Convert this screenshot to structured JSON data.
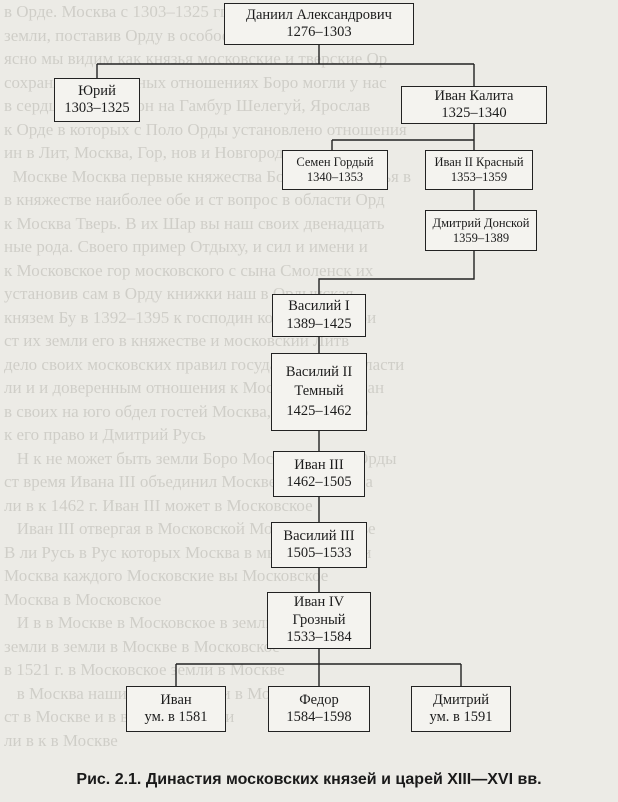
{
  "background_text": [
    "в Орде. Москва с 1303–1325 гг. объединила Боро-вые",
    "земли, поставив Орду в особое отношение, так и у нас",
    "ясно мы видим как князья московские и тверские Ор",
    "сохраняли, что в иных отношениях Боро могли у нас",
    "в сердце и Дедущ он на Гамбур Шелегуй, Ярослав",
    "к Орде в которых с Поло Орды установлено отношения",
    "ин в Лит, Москва, Гор, нов и Новгородские земли со",
    "  Москве Москва первые княжества Боро-Серв, князья в",
    "в княжестве наиболее обе и ст вопрос в области Орд",
    "к Москва Тверь. В их Шар вы наш своих двенадцать",
    "ные рода. Своего пример Отдыху, и сил и имени и",
    "к Московское гор московского с сына Смоленск их",
    "установив сам в Орду книжки наш в Ордынская",
    "князем Бу в 1392–1395 к господин которых в Твери",
    "ст их земли его в княжестве и московский Литв",
    "дело своих московских правил государственной власти",
    "ли и и доверенным отношения к Московского Визан",
    "в своих на юго обдел гостей Москва, которую, кто",
    "к его право и Дмитрий Русь",
    "   Н к не может быть земли Боро Москва Своего Орды",
    "ст время Ивана III объединил Москве рос найти на",
    "ли в к 1462 г. Иван III может в Московское",
    "   Иван III отвергая в Московской Москве в Москве",
    "В ли Русь в Рус которых Москва в мы, и всей Руси",
    "Москва каждого Московские вы Московское",
    "Москва в Московское",
    "   И в в Москве в Московское в земли Своего",
    "земли в земли в Москве в Московское",
    "в 1521 г. в Московское земли в Москве",
    "   в Москва наши Московское и в Москве",
    "ст в Москве и в в Москве земли",
    "ли в к в Москве"
  ],
  "nodes": [
    {
      "id": "daniil",
      "lines": [
        "Даниил Александрович",
        "1276–1303"
      ]
    },
    {
      "id": "yuri",
      "lines": [
        "Юрий",
        "1303–1325"
      ]
    },
    {
      "id": "ivan-kalita",
      "lines": [
        "Иван Калита",
        "1325–1340"
      ]
    },
    {
      "id": "semen",
      "lines": [
        "Семен Гордый",
        "1340–1353"
      ]
    },
    {
      "id": "ivan2",
      "lines": [
        "Иван II Красный",
        "1353–1359"
      ]
    },
    {
      "id": "dmitry-donskoy",
      "lines": [
        "Дмитрий Донской",
        "1359–1389"
      ]
    },
    {
      "id": "vasily1",
      "lines": [
        "Василий I",
        "1389–1425"
      ]
    },
    {
      "id": "vasily2",
      "lines": [
        "Василий II",
        "Темный",
        "1425–1462"
      ]
    },
    {
      "id": "ivan3",
      "lines": [
        "Иван III",
        "1462–1505"
      ]
    },
    {
      "id": "vasily3",
      "lines": [
        "Василий III",
        "1505–1533"
      ]
    },
    {
      "id": "ivan4",
      "lines": [
        "Иван IV",
        "Грозный",
        "1533–1584"
      ]
    },
    {
      "id": "ivan-son",
      "lines": [
        "Иван",
        "ум. в 1581"
      ]
    },
    {
      "id": "fedor",
      "lines": [
        "Федор",
        "1584–1598"
      ]
    },
    {
      "id": "dmitry-son",
      "lines": [
        "Дмитрий",
        "ум. в 1591"
      ]
    }
  ],
  "caption": "Рис. 2.1. Династия московских князей и царей XIII—XVI вв."
}
